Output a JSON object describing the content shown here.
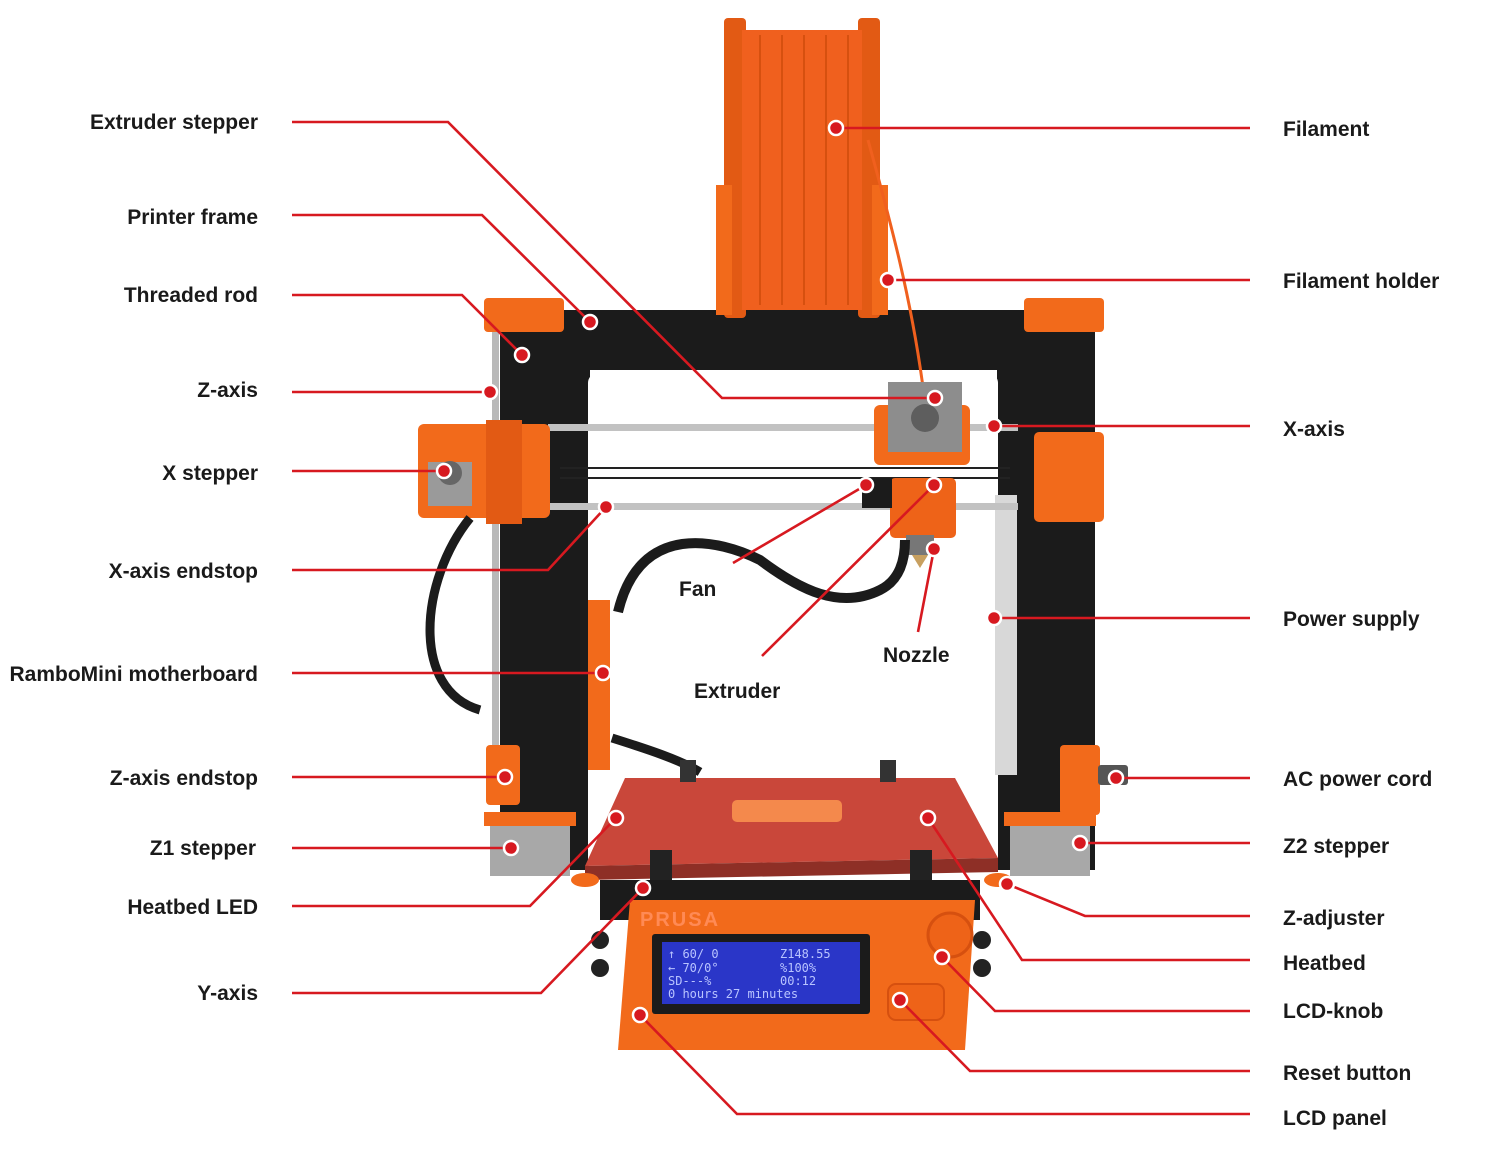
{
  "diagram": {
    "labels_left": {
      "extruder_stepper": "Extruder stepper",
      "printer_frame": "Printer frame",
      "threaded_rod": "Threaded rod",
      "z_axis": "Z-axis",
      "x_stepper": "X stepper",
      "x_axis_endstop": "X-axis endstop",
      "rambomini_motherboard": "RamboMini motherboard",
      "z_axis_endstop": "Z-axis endstop",
      "z1_stepper": "Z1 stepper",
      "heatbed_led": "Heatbed LED",
      "y_axis": "Y-axis"
    },
    "labels_center": {
      "fan": "Fan",
      "extruder": "Extruder",
      "nozzle": "Nozzle"
    },
    "labels_right": {
      "filament": "Filament",
      "filament_holder": "Filament holder",
      "x_axis": "X-axis",
      "power_supply": "Power supply",
      "ac_power_cord": "AC power cord",
      "z2_stepper": "Z2 stepper",
      "z_adjuster": "Z-adjuster",
      "heatbed": "Heatbed",
      "lcd_knob": "LCD-knob",
      "reset_button": "Reset button",
      "lcd_panel": "LCD panel"
    }
  },
  "printer": {
    "brand": "PRUSA",
    "lcd_lines": {
      "line1_left": "↑ 60/ 0",
      "line1_right": "Z148.55",
      "line2_left": "← 70/0°",
      "line2_right": "%100%",
      "line3_left": "SD---%",
      "line3_right": "00:12",
      "line4": "0 hours 27 minutes"
    }
  },
  "colors": {
    "leader_red": "#d71920",
    "frame_black": "#1b1b1b",
    "part_orange": "#f26a1b",
    "filament_orange": "#f0601e",
    "lcd_blue": "#2a36c8",
    "bed_red": "#c9473a"
  }
}
